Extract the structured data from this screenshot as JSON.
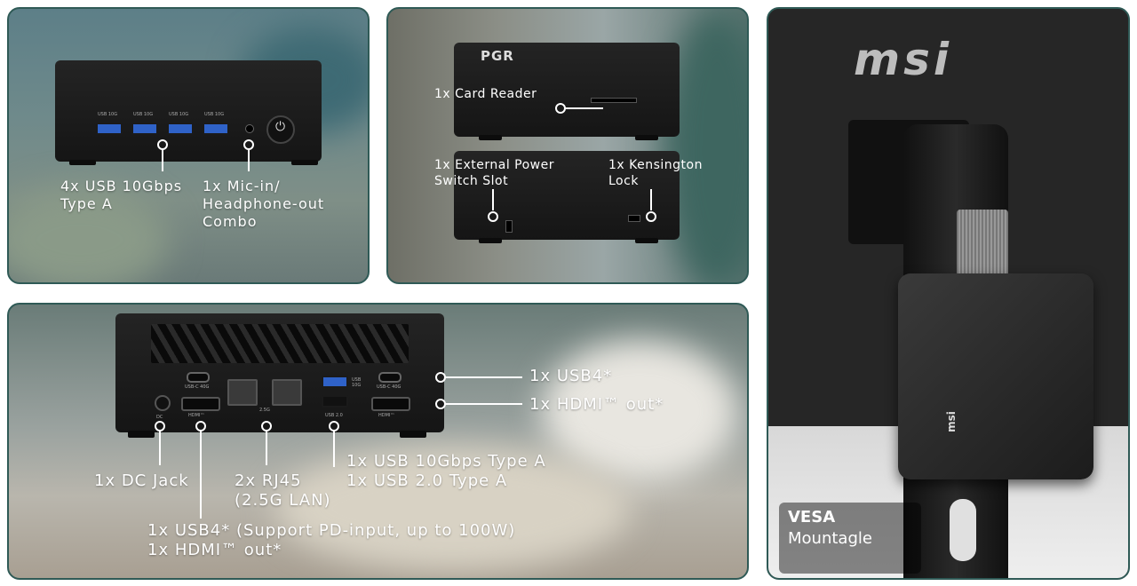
{
  "panel_front": {
    "port_labels": [
      "USB 10G",
      "USB 10G",
      "USB 10G",
      "USB 10G"
    ],
    "callout_usb": "4x USB 10Gbps\nType A",
    "callout_audio": "1x Mic-in/\nHeadphone-out\nCombo"
  },
  "panel_side": {
    "logo_text": "PGR",
    "callout_card_reader": "1x Card Reader",
    "callout_power_switch": "1x External Power\nSwitch Slot",
    "callout_kensington": "1x Kensington\nLock"
  },
  "panel_rear": {
    "port_labels": {
      "usbc_left": "USB-C 40G",
      "hdmi_left": "HDMI™",
      "lan": "2.5G",
      "usb_10g": "USB\n10G",
      "usb_20": "USB 2.0",
      "usbc_right": "USB-C 40G",
      "hdmi_right": "HDMI™",
      "dc": "DC"
    },
    "callout_usb4": "1x USB4*",
    "callout_hdmi": "1x HDMI™ out*",
    "callout_dc": "1x DC Jack",
    "callout_rj45": "2x RJ45\n(2.5G LAN)",
    "callout_usb_a": "1x USB 10Gbps Type A\n1x USB 2.0 Type A",
    "callout_usb4_pd": "1x USB4* (Support PD-input, up to 100W)\n1x HDMI™ out*"
  },
  "panel_vesa": {
    "brand_logo": "msi",
    "device_logo": "msi",
    "title": "VESA",
    "subtitle": "Mountagle"
  },
  "colors": {
    "frame": "#2f5a56",
    "usb_blue": "#2f62c8",
    "text": "#ffffff"
  }
}
